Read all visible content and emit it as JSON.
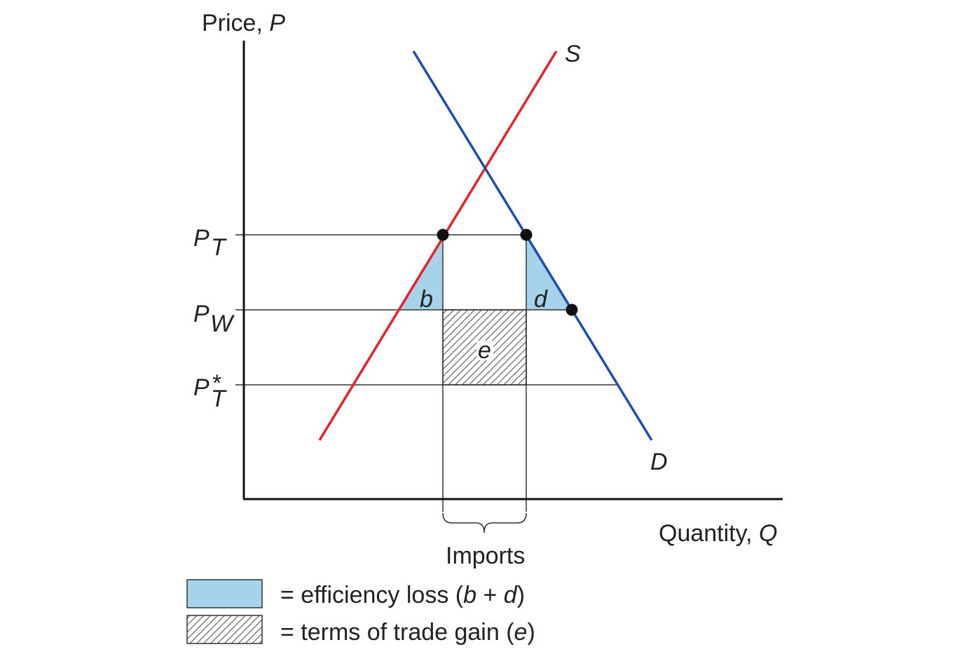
{
  "axes": {
    "y_label": "Price, ",
    "y_symbol": "P",
    "x_label": "Quantity, ",
    "x_symbol": "Q"
  },
  "curves": {
    "supply_label": "S",
    "demand_label": "D",
    "supply_color": "#e8202a",
    "demand_color": "#1a4fb0"
  },
  "price_levels": {
    "tariff": {
      "main": "P",
      "sub": "T"
    },
    "world": {
      "main": "P",
      "sub": "W"
    },
    "foreign": {
      "main": "P",
      "sup": "*",
      "sub": "T"
    }
  },
  "areas": {
    "b": "b",
    "d": "d",
    "e": "e",
    "efficiency_color": "#a6d3ea"
  },
  "imports_label": "Imports",
  "legend": {
    "efficiency": {
      "prefix": "= efficiency loss (",
      "b": "b",
      "plus": " + ",
      "d": "d",
      "suffix": ")"
    },
    "terms": {
      "prefix": "= terms of trade gain (",
      "e": "e",
      "suffix": ")"
    }
  }
}
